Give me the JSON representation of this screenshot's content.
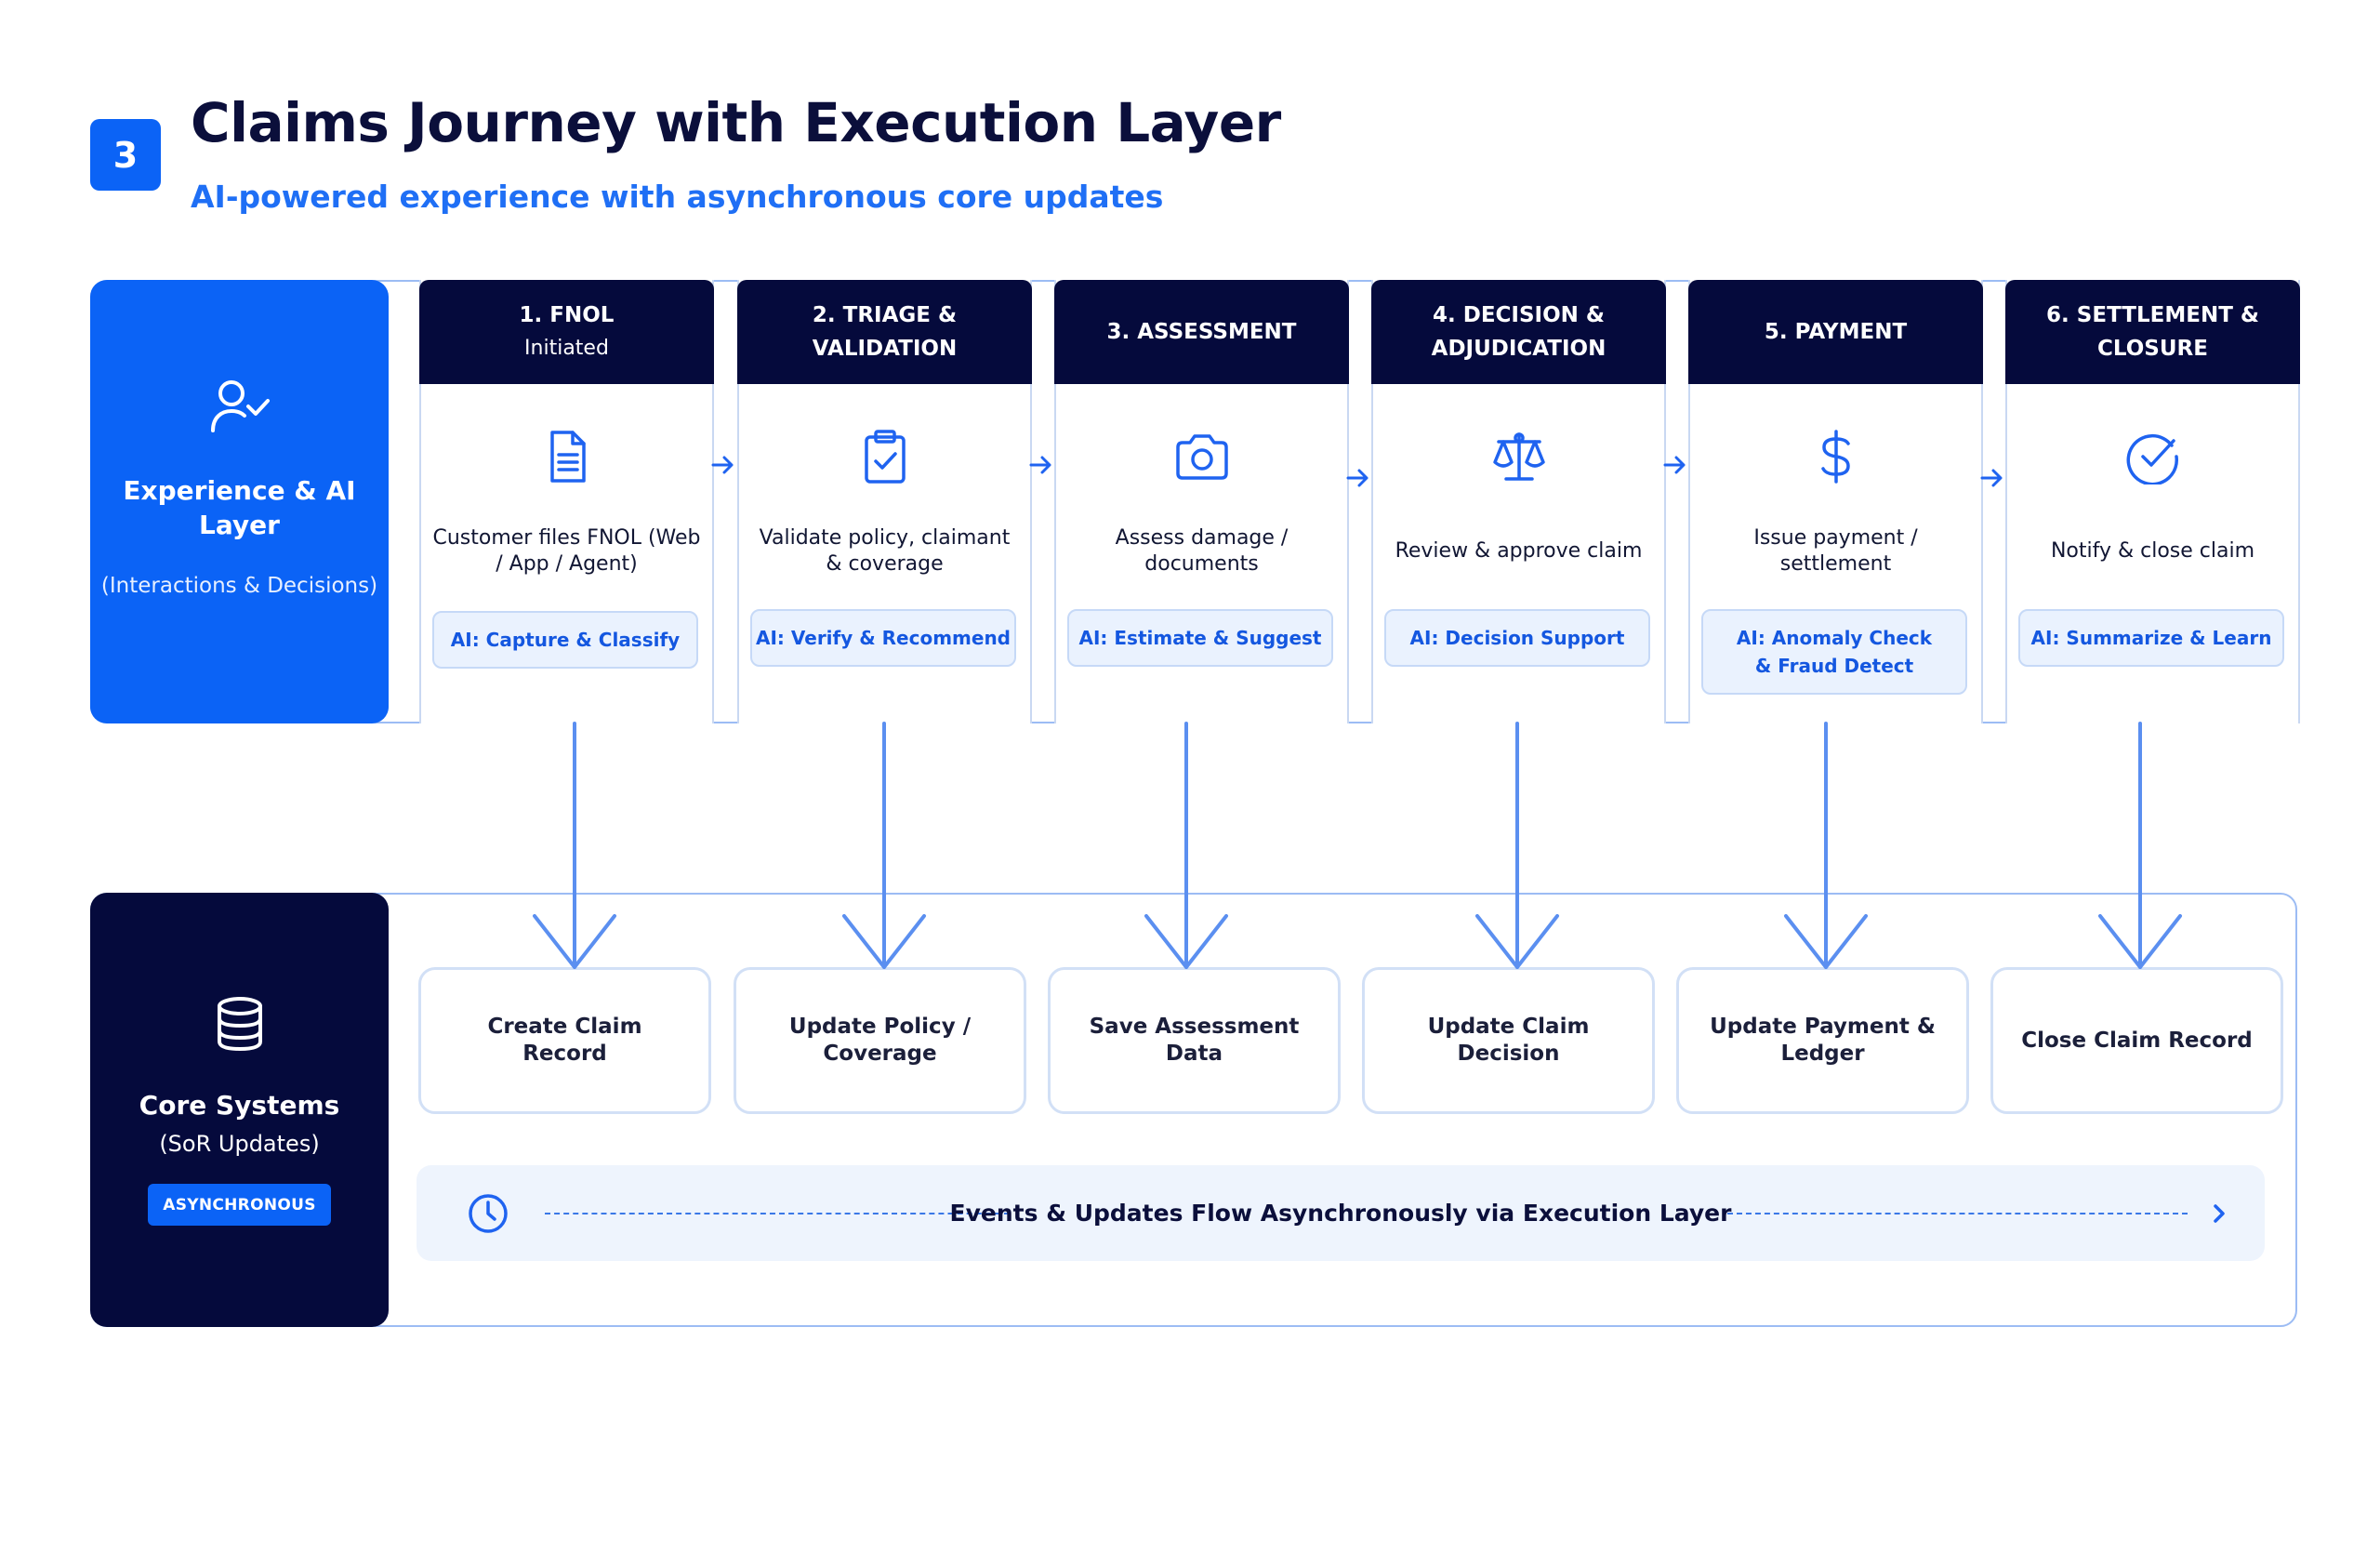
{
  "header": {
    "step_number": "3",
    "title": "Claims Journey with Execution Layer",
    "subtitle": "AI-powered experience with asynchronous core updates"
  },
  "experience_layer": {
    "title": "Experience & AI Layer",
    "subtitle": "(Interactions & Decisions)",
    "icon": "user-check-icon"
  },
  "stages": [
    {
      "title": "1. FNOL",
      "subtitle": "Initiated",
      "icon": "document-icon",
      "description": "Customer files FNOL (Web / App / Agent)",
      "ai": "AI: Capture & Classify"
    },
    {
      "title": "2. TRIAGE & VALIDATION",
      "subtitle": "",
      "icon": "clipboard-check-icon",
      "description": "Validate policy, claimant & coverage",
      "ai": "AI: Verify & Recommend"
    },
    {
      "title": "3. ASSESSMENT",
      "subtitle": "",
      "icon": "camera-icon",
      "description": "Assess damage / documents",
      "ai": "AI: Estimate & Suggest"
    },
    {
      "title": "4. DECISION & ADJUDICATION",
      "subtitle": "",
      "icon": "scale-icon",
      "description": "Review & approve claim",
      "ai": "AI: Decision Support"
    },
    {
      "title": "5. PAYMENT",
      "subtitle": "",
      "icon": "dollar-icon",
      "description": "Issue payment / settlement",
      "ai": "AI: Anomaly Check & Fraud Detect"
    },
    {
      "title": "6. SETTLEMENT & CLOSURE",
      "subtitle": "",
      "icon": "check-circle-icon",
      "description": "Notify & close claim",
      "ai": "AI: Summarize & Learn"
    }
  ],
  "core_systems": {
    "title": "Core Systems",
    "subtitle": "(SoR Updates)",
    "badge": "ASYNCHRONOUS",
    "icon": "database-icon"
  },
  "sor_updates": [
    "Create Claim Record",
    "Update Policy / Coverage",
    "Save Assessment Data",
    "Update Claim Decision",
    "Update Payment & Ledger",
    "Close Claim Record"
  ],
  "events_bar": {
    "text": "Events & Updates Flow Asynchronously via Execution Layer",
    "icon": "clock-icon"
  },
  "colors": {
    "accent": "#0b63f6",
    "navy": "#050a3c",
    "connector": "#5b8ff0",
    "chip_bg": "#eaf2fe"
  }
}
